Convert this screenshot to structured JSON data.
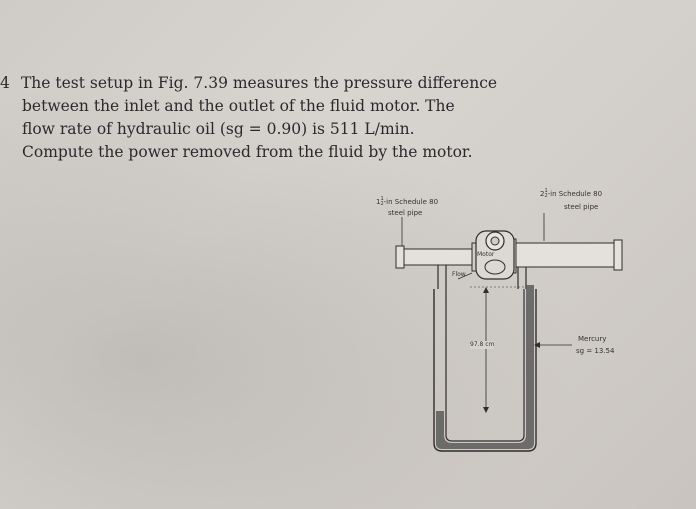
{
  "problem": {
    "number": "4",
    "lines": [
      "The test setup in Fig. 7.39 measures the pressure difference",
      "between the inlet and the outlet of the fluid motor. The",
      "flow rate of hydraulic oil (sg = 0.90) is 511 L/min.",
      "Compute the power removed from the fluid by the motor."
    ]
  },
  "figure": {
    "inlet_pipe": {
      "whole": "1",
      "num": "1",
      "den": "2",
      "text": "-in Schedule 80",
      "text2": "steel pipe"
    },
    "outlet_pipe": {
      "whole": "2",
      "num": "1",
      "den": "2",
      "text": "-in Schedule 80",
      "text2": "steel pipe"
    },
    "motor_label": "Motor",
    "flow_label": "Flow",
    "height_label": "97.8 cm",
    "mercury_label": "Mercury",
    "mercury_sg": "sg = 13.54",
    "colors": {
      "ink": "#2e2e2e",
      "fluid": "#5a5a5a",
      "paper": "#d6d2cd"
    }
  }
}
